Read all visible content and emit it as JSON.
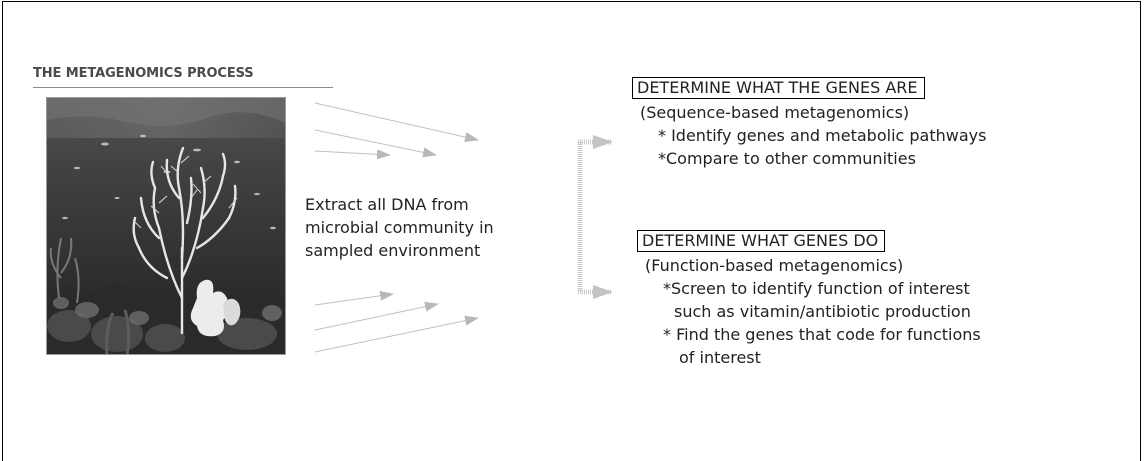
{
  "title": "THE METAGENOMICS PROCESS",
  "photo": {
    "subject": "underwater coral reef scene",
    "palette": [
      "#2f2f2f",
      "#6b6b6b",
      "#d8d8d8"
    ]
  },
  "extract_lines": [
    "Extract all DNA from",
    "microbial community in",
    "sampled environment"
  ],
  "sequence": {
    "heading": "DETERMINE WHAT THE GENES ARE",
    "subtitle": "(Sequence-based metagenomics)",
    "bullets": [
      "* Identify genes and metabolic pathways",
      "*Compare to other communities"
    ]
  },
  "function": {
    "heading": "DETERMINE WHAT GENES DO",
    "subtitle": "(Function-based metagenomics)",
    "bullets": [
      "*Screen to identify function of interest",
      "such as vitamin/antibiotic production",
      "* Find the genes that code for functions",
      "of interest"
    ]
  },
  "colors": {
    "arrow": "#b8b8b8",
    "connector": "#c4c4c4",
    "border": "#000000"
  }
}
